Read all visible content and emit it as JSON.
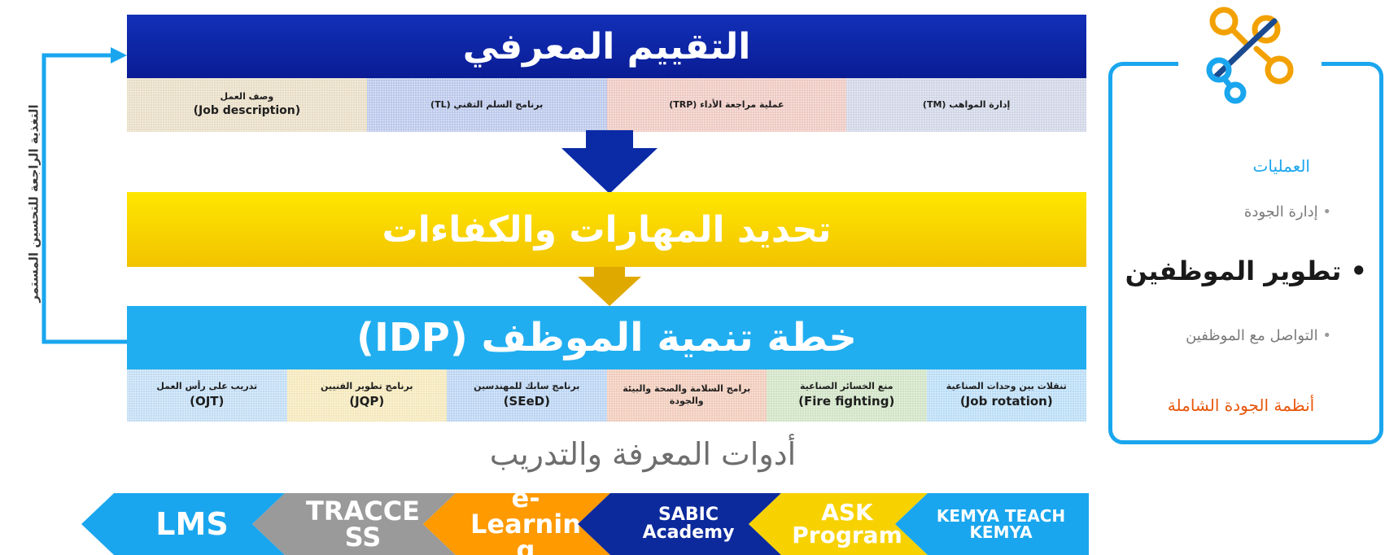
{
  "feedback": {
    "label": "التغذية الراجعة للتحسين المستمر"
  },
  "cognitive": {
    "title": "التقييم المعرفي",
    "cells": [
      {
        "ar": "إدارة المواهب (TM)",
        "en": "",
        "color": "#cfd5e6"
      },
      {
        "ar": "عملية مراجعة الأداء (TRP)",
        "en": "",
        "color": "#eec8c0"
      },
      {
        "ar": "برنامج السلم التقني (TL)",
        "en": "",
        "color": "#b9c6ea"
      },
      {
        "ar": "وصف العمل",
        "en": "(Job description)",
        "color": "#e8dcc4"
      }
    ]
  },
  "skills": {
    "title": "تحديد المهارات والكفاءات"
  },
  "idp": {
    "title": "خطة تنمية الموظف (IDP)",
    "cells": [
      {
        "ar": "تنقلات بين وحدات الصناعية",
        "en": "(Job rotation)",
        "color": "#b9dcf6"
      },
      {
        "ar": "منع الخسائر الصناعية",
        "en": "(Fire fighting)",
        "color": "#cfe3c4"
      },
      {
        "ar": "برامج السلامة والصحة والبيئة والجودة",
        "en": "",
        "color": "#f0cab8"
      },
      {
        "ar": "برنامج سابك للمهندسين",
        "en": "(SEeD)",
        "color": "#b9d3f2"
      },
      {
        "ar": "برنامج تطوير الفنيين",
        "en": "(JQP)",
        "color": "#f4e7b9"
      },
      {
        "ar": "تدريب على رأس العمل",
        "en": "(OJT)",
        "color": "#c0dcf4"
      }
    ]
  },
  "tools": {
    "title": "أدوات المعرفة والتدريب",
    "items": [
      {
        "label": "KEMYA TEACH\nKEMYA",
        "color": "#1aa6ee"
      },
      {
        "label": "ASK\nProgram",
        "color": "#f7d200"
      },
      {
        "label": "SABIC\nAcademy",
        "color": "#0d2a9c"
      },
      {
        "label": "e-\nLearnin\ng",
        "color": "#ff9a00"
      },
      {
        "label": "TRACCE\nSS",
        "color": "#9a9a9a"
      },
      {
        "label": "LMS",
        "color": "#1aa6ee"
      }
    ]
  },
  "panel": {
    "heading": "العمليات",
    "bullets": [
      "إدارة الجودة",
      "تطوير الموظفين",
      "التواصل مع الموظفين"
    ],
    "footer": "أنظمة الجودة الشاملة",
    "logo": "network-icon"
  }
}
